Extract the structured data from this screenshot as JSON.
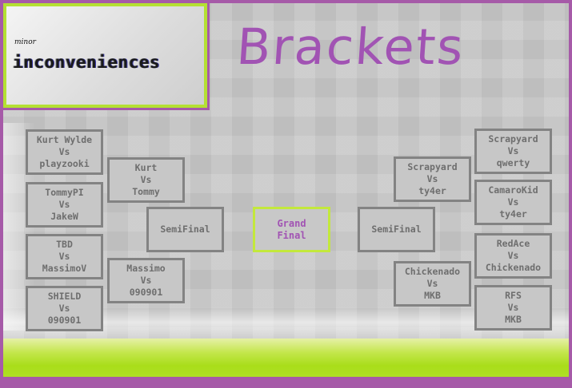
{
  "header": {
    "logo_small": "minor",
    "logo_big": "inconveniences",
    "title": "Brackets"
  },
  "bracket": {
    "left_round1": [
      {
        "top": "Kurt Wylde",
        "vs": "Vs",
        "bottom": "playzooki"
      },
      {
        "top": "TommyPI",
        "vs": "Vs",
        "bottom": "JakeW"
      },
      {
        "top": "TBD",
        "vs": "Vs",
        "bottom": "MassimoV"
      },
      {
        "top": "SHIELD",
        "vs": "Vs",
        "bottom": "090901"
      }
    ],
    "left_round2": [
      {
        "top": "Kurt",
        "vs": "Vs",
        "bottom": "Tommy"
      },
      {
        "top": "Massimo",
        "vs": "Vs",
        "bottom": "090901"
      }
    ],
    "left_semi": "SemiFinal",
    "final": {
      "line1": "Grand",
      "line2": "Final"
    },
    "right_semi": "SemiFinal",
    "right_round2": [
      {
        "top": "Scrapyard",
        "vs": "Vs",
        "bottom": "ty4er"
      },
      {
        "top": "Chickenado",
        "vs": "Vs",
        "bottom": "MKB"
      }
    ],
    "right_round1": [
      {
        "top": "Scrapyard",
        "vs": "Vs",
        "bottom": "qwerty"
      },
      {
        "top": "CamaroKid",
        "vs": "Vs",
        "bottom": "ty4er"
      },
      {
        "top": "RedAce",
        "vs": "Vs",
        "bottom": "Chickenado"
      },
      {
        "top": "RFS",
        "vs": "Vs",
        "bottom": "MKB"
      }
    ]
  },
  "colors": {
    "accent_purple": "#a153b3",
    "accent_lime": "#b4e033",
    "box_border": "#838383"
  }
}
